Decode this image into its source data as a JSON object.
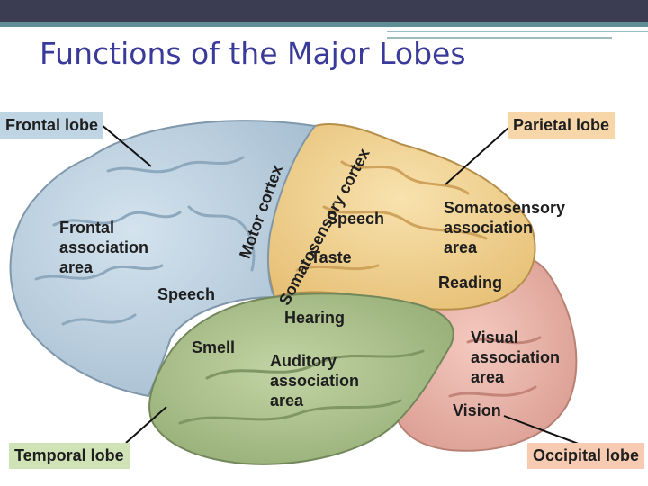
{
  "title": "Functions of the Major Lobes",
  "lobes": {
    "frontal": "Frontal lobe",
    "parietal": "Parietal lobe",
    "temporal": "Temporal lobe",
    "occipital": "Occipital lobe"
  },
  "areas": {
    "motor_cortex": "Motor cortex",
    "somatosensory_cortex": "Somatosensory cortex",
    "frontal_association_line1": "Frontal",
    "frontal_association_line2": "association",
    "frontal_association_line3": "area",
    "speech_frontal": "Speech",
    "speech_parietal": "Speech",
    "taste": "Taste",
    "somatosensory_association_line1": "Somatosensory",
    "somatosensory_association_line2": "association",
    "somatosensory_association_line3": "area",
    "reading": "Reading",
    "hearing": "Hearing",
    "smell": "Smell",
    "auditory_association_line1": "Auditory",
    "auditory_association_line2": "association",
    "auditory_association_line3": "area",
    "visual_association_line1": "Visual",
    "visual_association_line2": "association",
    "visual_association_line3": "area",
    "vision": "Vision"
  },
  "colors": {
    "frontal": "#b6cddd",
    "parietal": "#f2d28e",
    "temporal": "#a9c08a",
    "occipital": "#eab2a8",
    "title": "#3a3a9a"
  }
}
